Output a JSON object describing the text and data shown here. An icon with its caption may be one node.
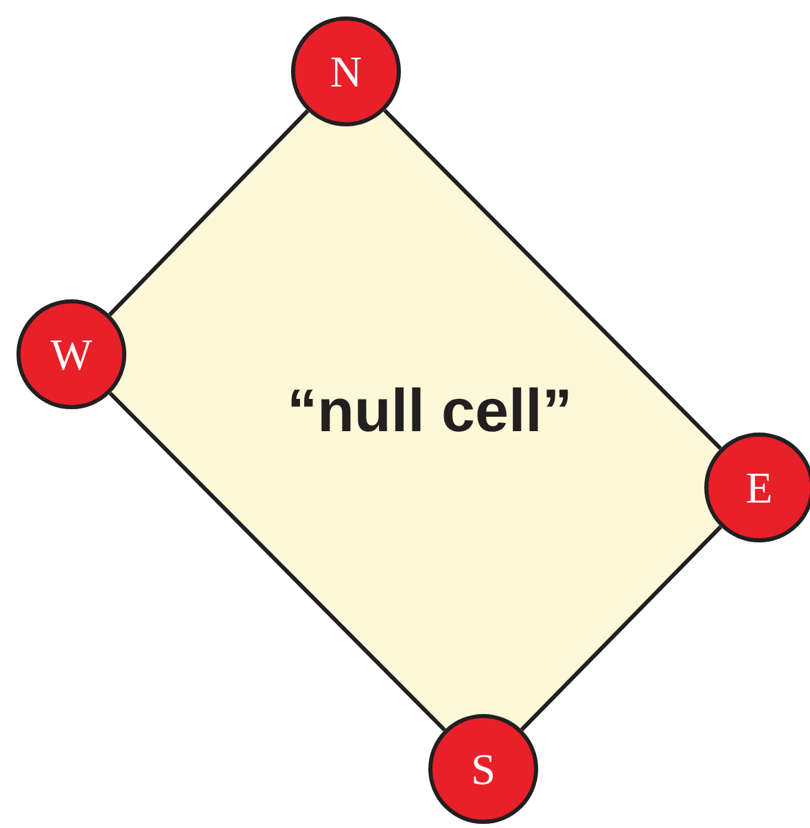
{
  "diagram": {
    "nodes": [
      {
        "text": [
          "N"
        ]
      },
      {
        "text": [
          "W"
        ]
      },
      {
        "text": [
          "“null cell”"
        ]
      },
      {
        "text": [
          "E"
        ]
      },
      {
        "text": [
          "S"
        ]
      }
    ],
    "edges": [
      {
        "from": 0,
        "to": 3,
        "arrow": "none"
      },
      {
        "from": 3,
        "to": 4,
        "arrow": "none"
      },
      {
        "from": 4,
        "to": 1,
        "arrow": "none"
      },
      {
        "from": 1,
        "to": 0,
        "arrow": "none"
      }
    ]
  }
}
